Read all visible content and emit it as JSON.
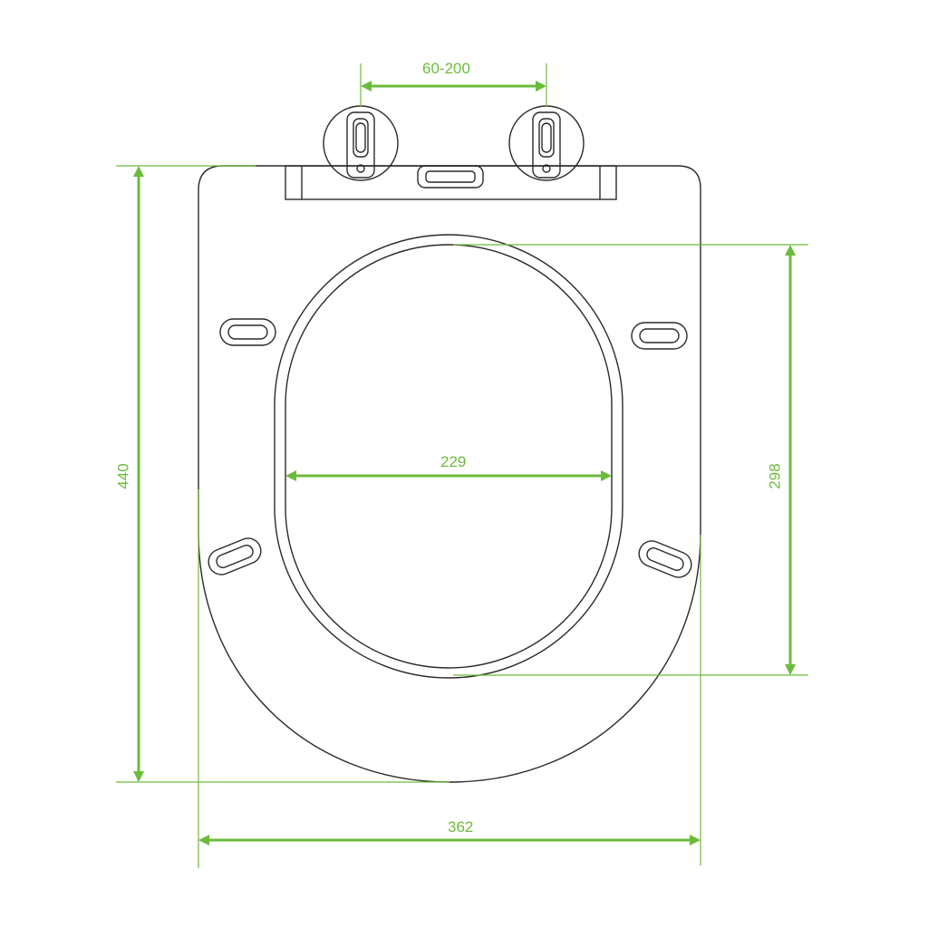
{
  "diagram": {
    "title": "",
    "colors": {
      "outline": "#2a2a2a",
      "dimension": "#6cbb3c"
    },
    "dimensions": {
      "hinge_spacing": "60-200",
      "inner_width": "229",
      "inner_length": "298",
      "overall_length": "440",
      "overall_width": "362"
    }
  }
}
